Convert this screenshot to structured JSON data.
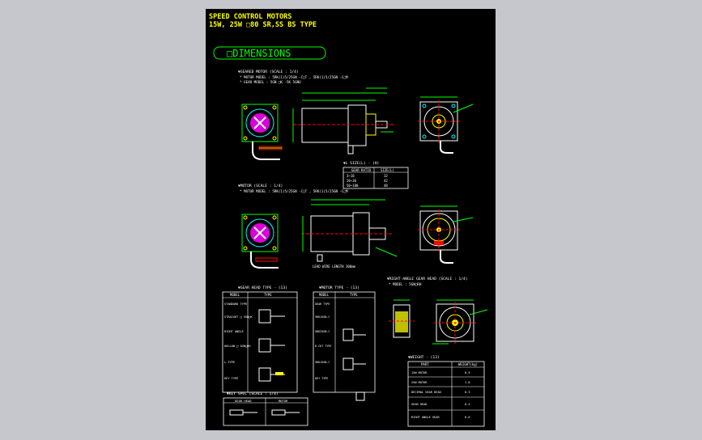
{
  "title": {
    "line1": "SPEED CONTROL MOTORS",
    "line2": "15W, 25W  □80  SR,SS BS TYPE"
  },
  "banner": "□DIMENSIONS",
  "section_geared": {
    "heading": "▼GEARED MOTOR (SCALE : 1/4)",
    "line1": "* MOTOR MODEL : 5RK(1)5/25GN  -C□T , 5RK(1)5/25GN  -C□M",
    "line2": "* GEAR MODEL : 5GN  □K   -5K   5GNU"
  },
  "l_table": {
    "heading": "▼L SIZE(L) - (H)",
    "header": [
      "GEAR RATIO",
      "SIZE(L)"
    ],
    "rows": [
      [
        "3~18",
        "32"
      ],
      [
        "20~36",
        "42"
      ],
      [
        "50~180",
        "48"
      ]
    ]
  },
  "section_motor": {
    "heading": "▼MOTOR (SCALE : 1/4)",
    "line1": "* MOTOR MODEL : 5RK(1)5/25GN  -C□T , 5RK(1)5/25GN  -C□M"
  },
  "lead_note": "LEAD WIRE LENGTH 300mm",
  "gear_head_table": {
    "heading": "▼GEAR HEAD TYPE  - (13)",
    "header": [
      "MODEL",
      "TYPE"
    ],
    "rows": [
      "STANDARD TYPE",
      "STRAIGHT □ 5GN□K",
      "RIGHT ANGLE",
      "HOLLOW □ 5GN□RH",
      "L-TYPE",
      "KEY TYPE"
    ]
  },
  "motor_type_table": {
    "heading": "▼MOTOR TYPE - (13)",
    "header": [
      "MODEL",
      "TYPE"
    ],
    "rows": [
      "GEAR TYPE",
      "5RK15GN-C",
      "5RK25GN-C",
      "D-CUT TYPE",
      "5RK15GN-C",
      "KEY TYPE"
    ]
  },
  "section_flat": {
    "heading": "▼RIGHT-ANGLE GEAR HEAD (SCALE : 1/4)",
    "line1": "* MODEL : 5GN□RH"
  },
  "weight_table": {
    "heading": "▼WEIGHT - (13)",
    "header": [
      "PART",
      "WEIGHT(kg)"
    ],
    "rows": [
      [
        "15W MOTOR",
        "0.9"
      ],
      [
        "25W MOTOR",
        "1.0"
      ],
      [
        "DECIMAL GEAR HEAD",
        "0.3"
      ],
      [
        "GEAR HEAD",
        "0.4"
      ],
      [
        "RIGHT ANGLE GEAR",
        "0.6"
      ]
    ]
  },
  "bottom_table": {
    "heading": "▼KEY SPEC (SCALE : 1/4)",
    "header": [
      "GEAR HEAD",
      "MOTOR"
    ]
  },
  "colors": {
    "background": "#000000",
    "frame": "#c5c7cc",
    "green": "#00ff00",
    "yellow": "#ffff00",
    "red": "#ff0000",
    "magenta": "#ff00ff",
    "cyan": "#00ffff"
  }
}
